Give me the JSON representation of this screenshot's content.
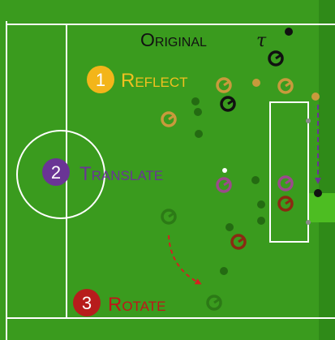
{
  "title": {
    "text": "Original",
    "symbol": "τ",
    "color": "#111111"
  },
  "steps": [
    {
      "number": "1",
      "label": "Reflect",
      "badge_color": "#f3b51a",
      "text_color": "#f0c020"
    },
    {
      "number": "2",
      "label": "Translate",
      "badge_color": "#6a3595",
      "text_color": "#6a3595"
    },
    {
      "number": "3",
      "label": "Rotate",
      "badge_color": "#b71c1c",
      "text_color": "#c0151a"
    }
  ],
  "colors": {
    "pitch": "#3a9b1e",
    "pitch_edge_right": "#2f8a18",
    "goal_area": "#4dbd22",
    "lines": "#ffffff",
    "original": "#111111",
    "reflect": "#c89a3c",
    "translate": "#9b4a8a",
    "rotate": "#8a2a12",
    "faded": "#246b12",
    "arrow_rotate": "#d42020",
    "arrow_reflect": "#6a3595"
  }
}
